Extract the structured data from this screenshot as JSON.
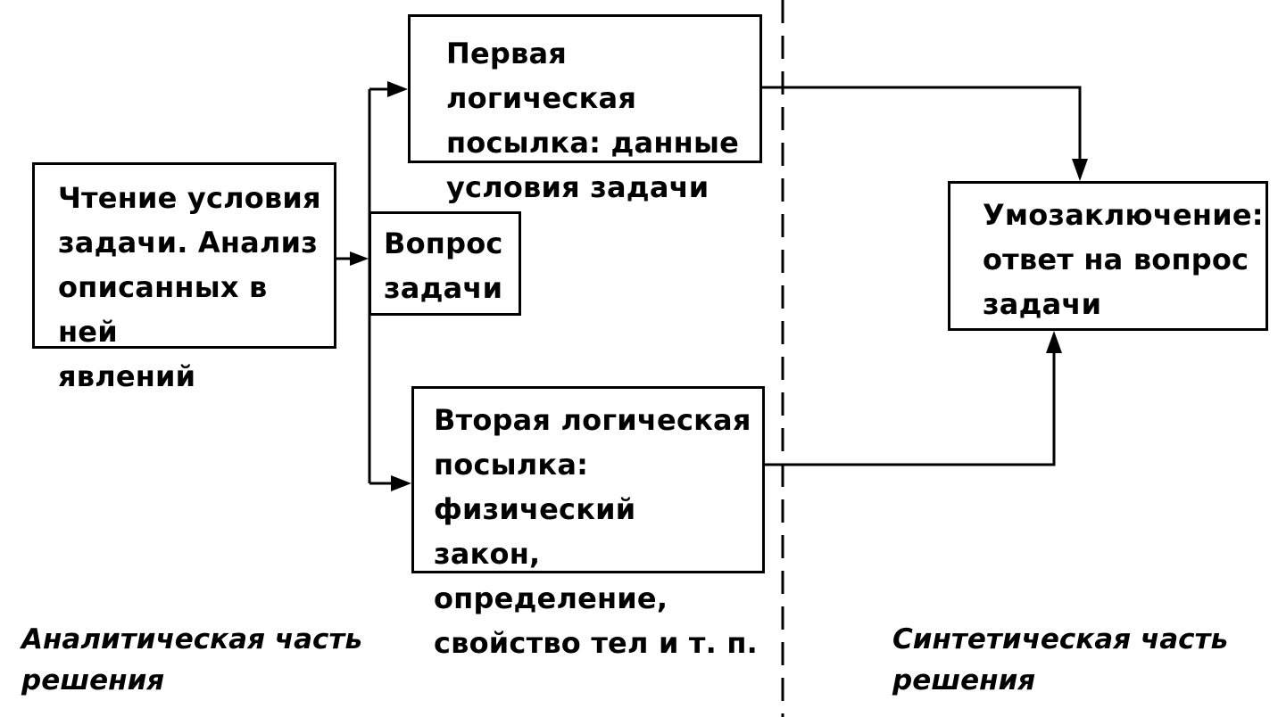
{
  "boxes": {
    "reading": "Чтение условия\nзадачи. Анализ\nописанных в ней\nявлений",
    "premise1": "Первая логическая\nпосылка: данные\nусловия задачи",
    "question": "Вопрос\nзадачи",
    "premise2": "Вторая логическая\nпосылка: физический\nзакон, определение,\nсвойство тел и т. п.",
    "conclusion": "Умозаключение:\nответ на вопрос\nзадачи"
  },
  "captions": {
    "analytic": "Аналитическая часть\nрешения",
    "synthetic": "Синтетическая часть\nрешения"
  },
  "colors": {
    "ink": "#000000",
    "paper": "#ffffff"
  }
}
